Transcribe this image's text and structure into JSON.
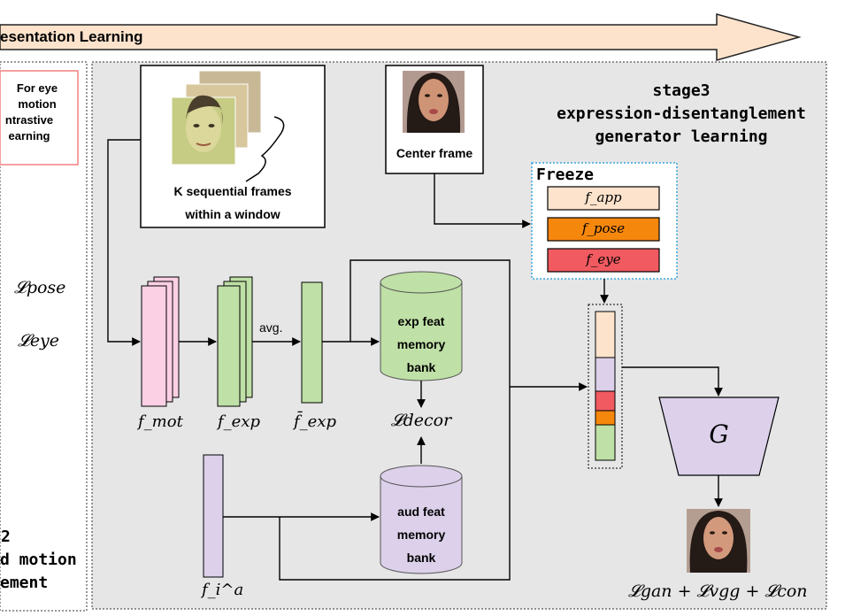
{
  "banner": {
    "text": "esentation Learning"
  },
  "left_panel": {
    "note_lines": [
      "For eye",
      "motion",
      "ntrastive",
      "earning"
    ],
    "loss_pose": "𝓛pose",
    "loss_eye": "𝓛eye",
    "stage_lines": [
      "2",
      "d motion",
      "ement"
    ]
  },
  "stage3": {
    "lines": [
      "stage3",
      "expression-disentanglement",
      "generator learning"
    ]
  },
  "frames_box": {
    "line1": "K sequential frames",
    "line2": "within a window"
  },
  "center_frame": {
    "label": "Center frame"
  },
  "freeze": {
    "title": "Freeze",
    "features": [
      {
        "label": "f_app",
        "color": "#fde3cc"
      },
      {
        "label": "f_pose",
        "color": "#f6870d"
      },
      {
        "label": "f_eye",
        "color": "#f05a60"
      }
    ]
  },
  "features": {
    "f_mot": "f_mot",
    "f_exp": "f_exp",
    "f_exp_bar": "f̄_exp",
    "avg": "avg.",
    "f_i_a": "f_i^a"
  },
  "memory": {
    "exp_bank": [
      "exp feat",
      "memory",
      "bank"
    ],
    "aud_bank": [
      "aud feat",
      "memory",
      "bank"
    ],
    "decor_loss": "𝓛decor"
  },
  "generator": {
    "label": "G"
  },
  "final_loss": "𝓛gan + 𝓛vgg + 𝓛con",
  "colors": {
    "pink": "#fbcfe4",
    "green": "#bfe0a6",
    "lavender": "#dcd0ea",
    "banner": "#fde3cc",
    "panel": "#e6e6e6",
    "freeze_border": "#3aa6dd"
  }
}
